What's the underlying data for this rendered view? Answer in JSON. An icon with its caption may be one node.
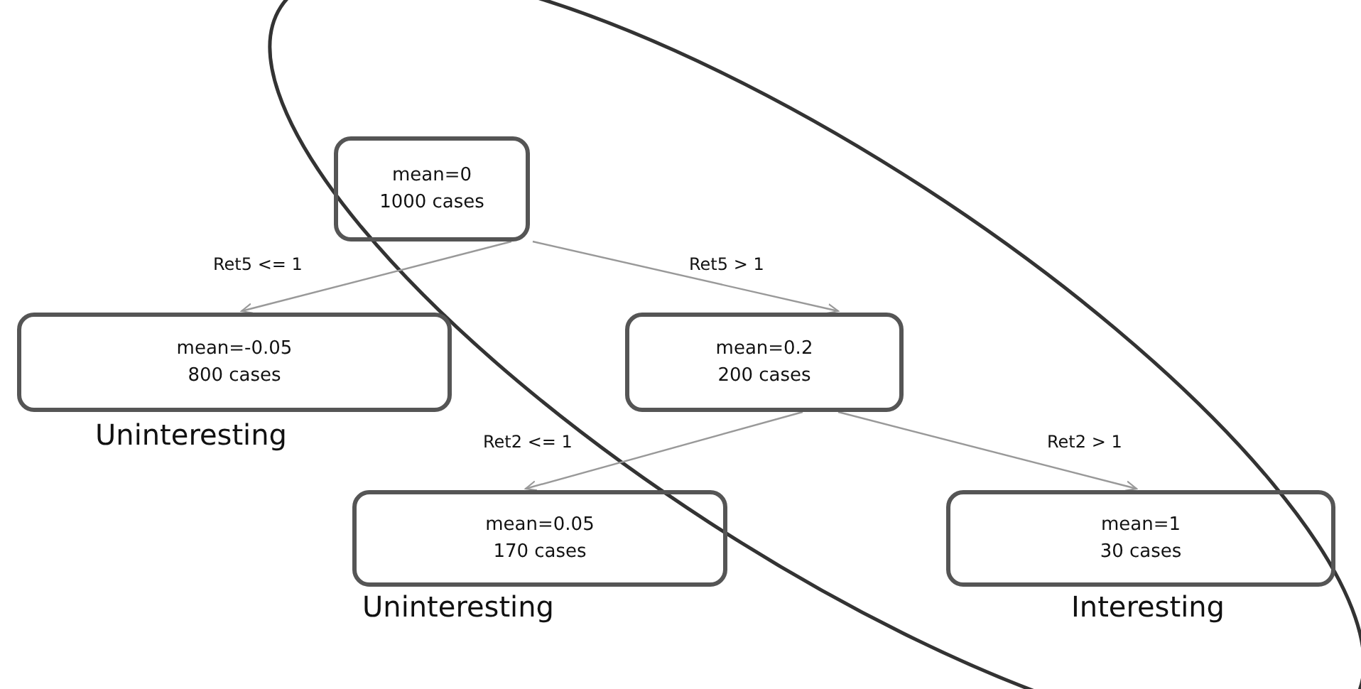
{
  "diagram": {
    "nodes": [
      {
        "text": [
          "mean=0",
          "1000 cases"
        ]
      },
      {
        "text": [
          "mean=-0.05",
          "800 cases"
        ],
        "beside": [
          "Uninteresting"
        ]
      },
      {
        "text": [
          "mean=0.2",
          "200 cases"
        ]
      },
      {
        "text": [
          "mean=0.05",
          "170 cases"
        ],
        "beside": [
          "Uninteresting"
        ]
      },
      {
        "text": [
          "mean=1",
          "30 cases"
        ],
        "beside": [
          "Interesting"
        ]
      }
    ],
    "edges": [
      {
        "from": 0,
        "to": 1,
        "arrow": "to",
        "label": "Ret5 <= 1"
      },
      {
        "from": 0,
        "to": 2,
        "arrow": "to",
        "label": "Ret5 > 1"
      },
      {
        "from": 2,
        "to": 3,
        "arrow": "to",
        "label": "Ret2 <= 1"
      },
      {
        "from": 2,
        "to": 4,
        "arrow": "to",
        "label": "Ret2 > 1"
      }
    ]
  }
}
